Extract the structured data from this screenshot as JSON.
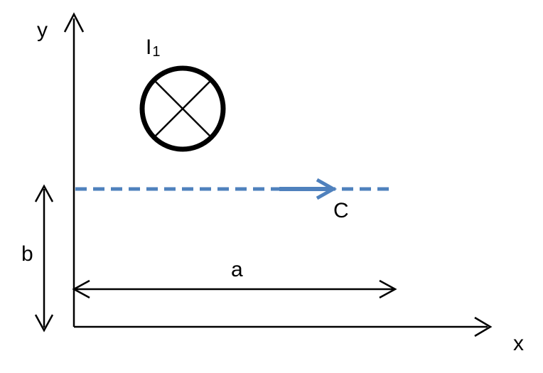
{
  "labels": {
    "y_axis": "y",
    "x_axis": "x",
    "current_symbol": "I",
    "current_subscript": "1",
    "path": "C",
    "dim_a": "a",
    "dim_b": "b"
  },
  "colors": {
    "line": "#000000",
    "path": "#4f81bd"
  },
  "icons": {
    "current_into_page": "circle-cross-icon"
  }
}
